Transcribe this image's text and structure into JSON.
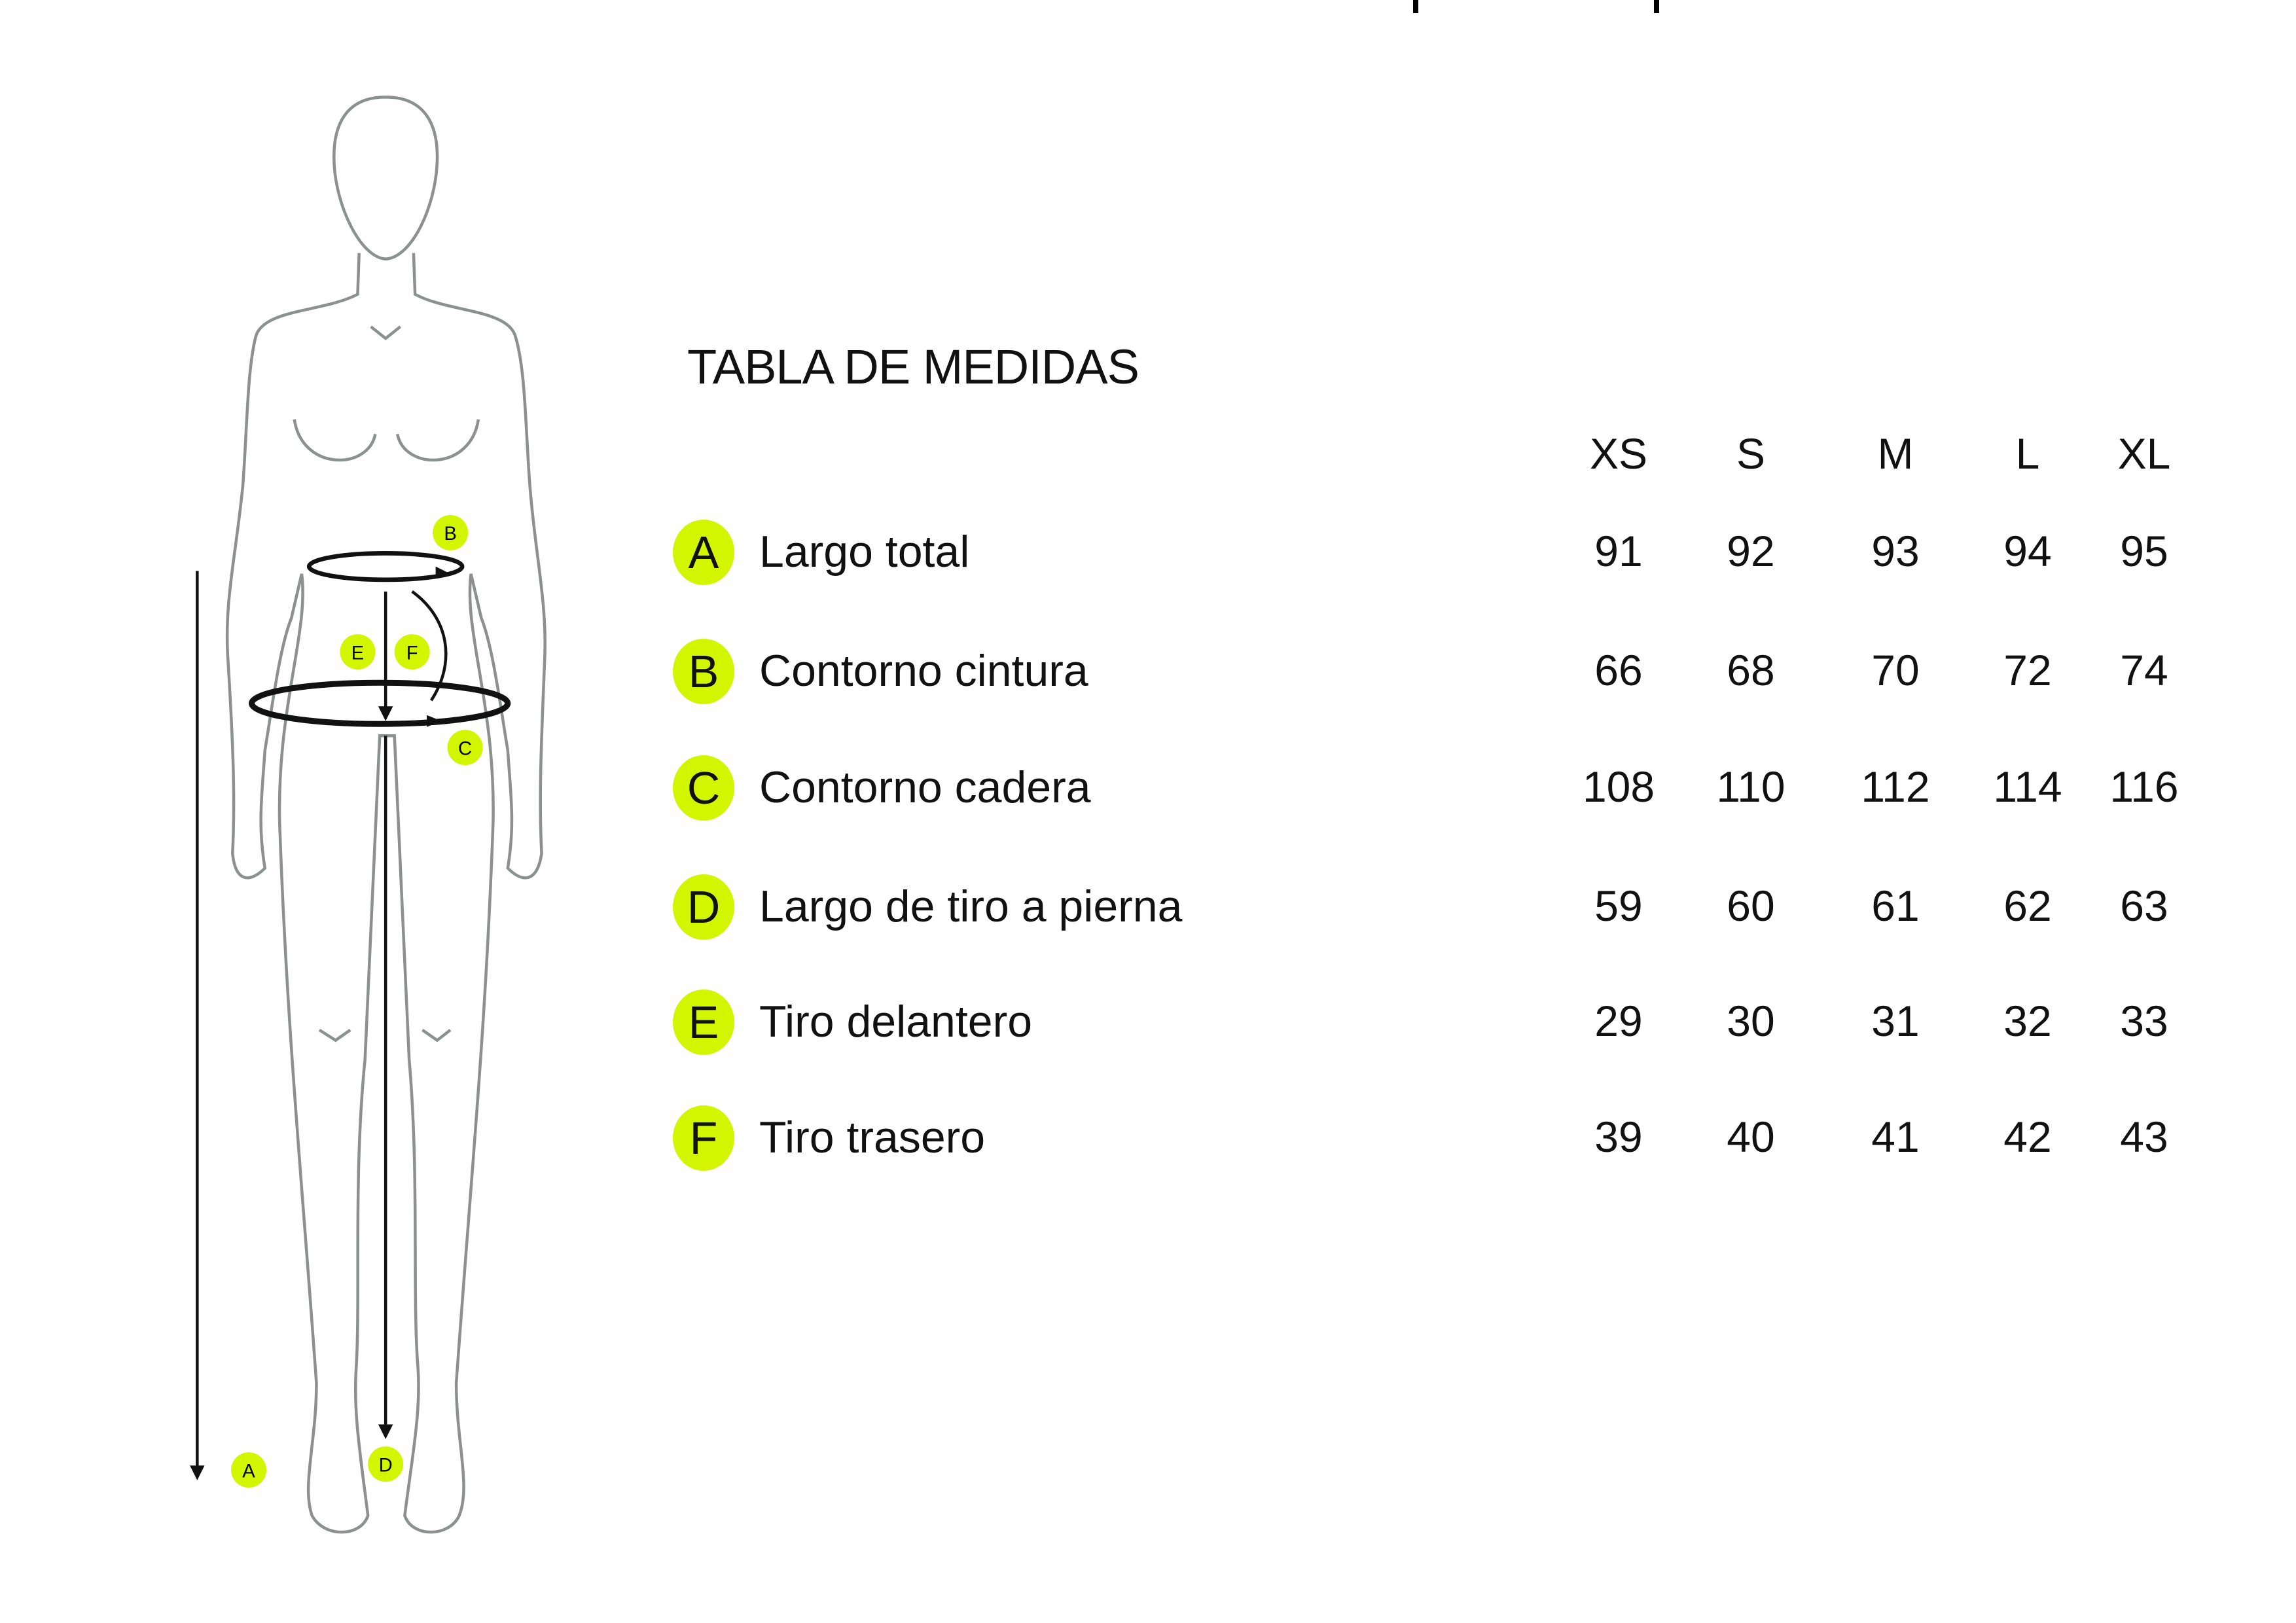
{
  "title": "TABLA DE MEDIDAS",
  "sizes": [
    "XS",
    "S",
    "M",
    "L",
    "XL"
  ],
  "accent_color": "#d2f500",
  "rows": [
    {
      "letter": "A",
      "label": "Largo total",
      "values": [
        "91",
        "92",
        "93",
        "94",
        "95"
      ]
    },
    {
      "letter": "B",
      "label": "Contorno cintura",
      "values": [
        "66",
        "68",
        "70",
        "72",
        "74"
      ]
    },
    {
      "letter": "C",
      "label": "Contorno cadera",
      "values": [
        "108",
        "110",
        "112",
        "114",
        "116"
      ]
    },
    {
      "letter": "D",
      "label": "Largo de tiro a pierna",
      "values": [
        "59",
        "60",
        "61",
        "62",
        "63"
      ]
    },
    {
      "letter": "E",
      "label": "Tiro delantero",
      "values": [
        "29",
        "30",
        "31",
        "32",
        "33"
      ]
    },
    {
      "letter": "F",
      "label": "Tiro trasero",
      "values": [
        "39",
        "40",
        "41",
        "42",
        "43"
      ]
    }
  ]
}
